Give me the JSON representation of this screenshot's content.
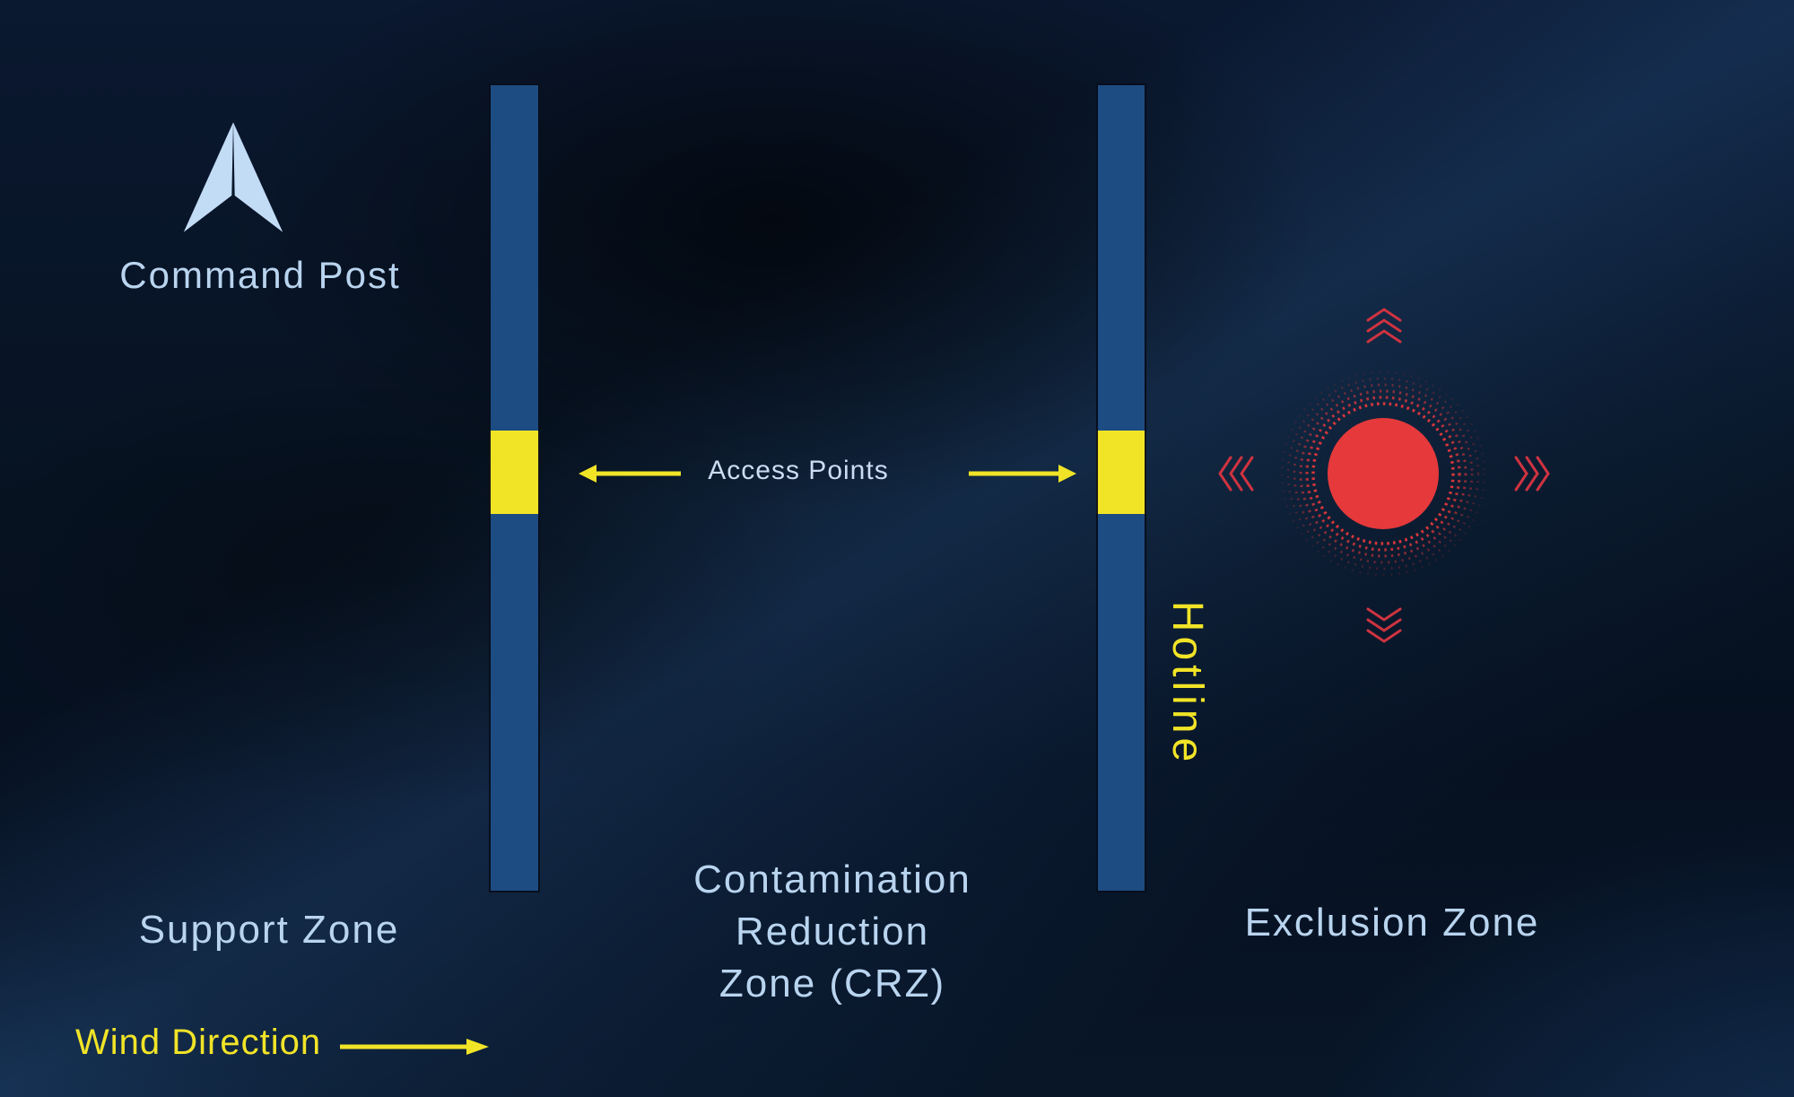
{
  "diagram": {
    "command_post": {
      "label": "Command Post"
    },
    "access_points": {
      "label": "Access Points"
    },
    "hotline": {
      "label": "Hotline"
    },
    "zones": [
      {
        "id": "support",
        "label": "Support Zone"
      },
      {
        "id": "crz",
        "label": "Contamination Reduction Zone (CRZ)",
        "lines": [
          "Contamination",
          "Reduction",
          "Zone (CRZ)"
        ]
      },
      {
        "id": "exclusion",
        "label": "Exclusion Zone"
      }
    ],
    "wind": {
      "label": "Wind Direction"
    }
  },
  "colors": {
    "accent_yellow": "#f1e427",
    "barrier_blue": "#1d4c82",
    "label_blue": "#b9d4ef",
    "hazard_red": "#e5393b",
    "chevron_red": "#cf3340",
    "bg_navy": "#071322"
  }
}
